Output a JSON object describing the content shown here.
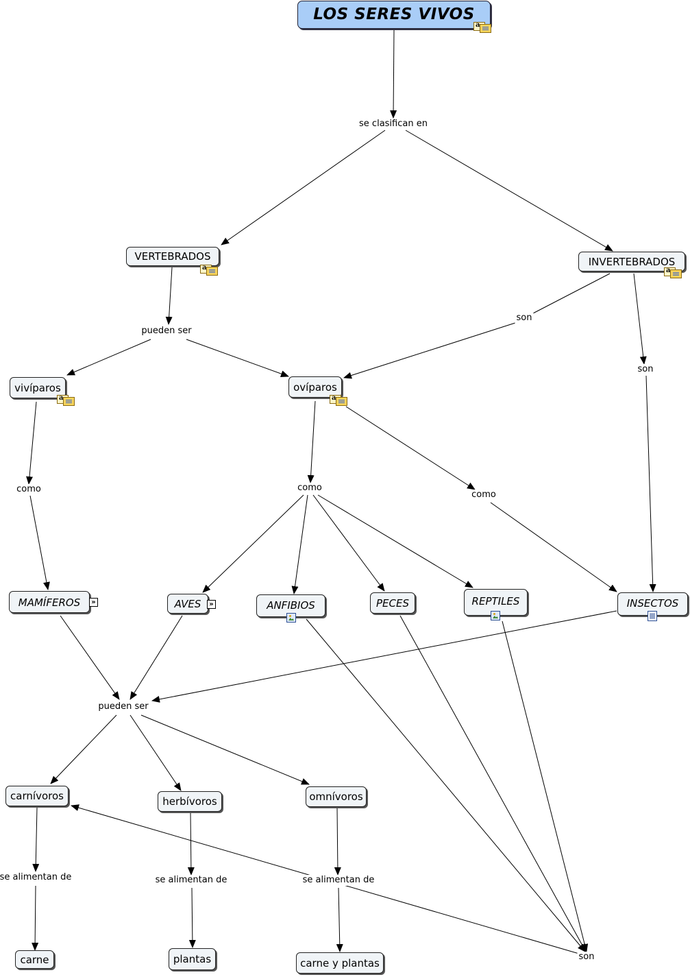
{
  "root": {
    "label": "LOS SERES VIVOS"
  },
  "nodes": {
    "vertebrados": "VERTEBRADOS",
    "invertebrados": "INVERTEBRADOS",
    "viviparos": "vivíparos",
    "oviparos": "ovíparos",
    "mamiferos": "MAMÍFEROS",
    "aves": "AVES",
    "anfibios": "ANFIBIOS",
    "peces": "PECES",
    "reptiles": "REPTILES",
    "insectos": "INSECTOS",
    "carnivoros": "carnívoros",
    "herbivoros": "herbívoros",
    "omnivoros": "omnívoros",
    "carne": "carne",
    "plantas": "plantas",
    "carne_y_plantas": "carne y plantas"
  },
  "links": {
    "se_clasifican_en": "se clasifican en",
    "pueden_ser_1": "pueden ser",
    "son_invert_ovip": "son",
    "son_invert_insect": "son",
    "como_viviparos": "como",
    "como_oviparos": "como",
    "como_insectos": "como",
    "pueden_ser_2": "pueden ser",
    "se_alimentan_de_1": "se alimentan de",
    "se_alimentan_de_2": "se alimentan de",
    "se_alimentan_de_3": "se alimentan de",
    "son_final": "son"
  },
  "icons": {
    "note": "note-icon",
    "submap": "submap-arrow-icon",
    "image": "image-icon",
    "document": "document-icon"
  },
  "colors": {
    "root_fill": "#a9cdf7",
    "node_fill": "#f0f4f7",
    "line": "#000000"
  }
}
